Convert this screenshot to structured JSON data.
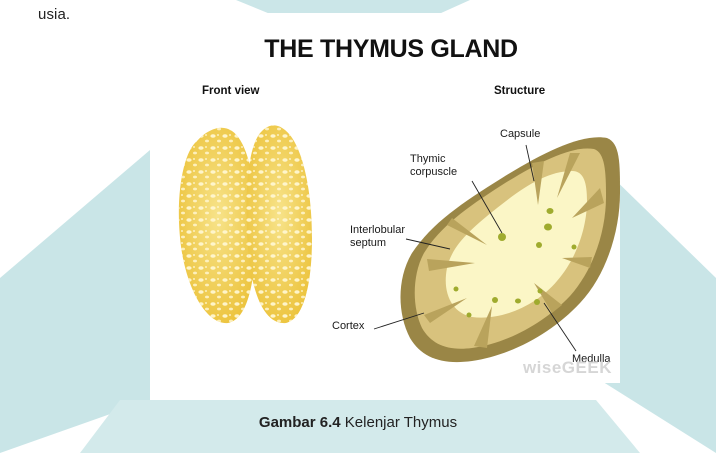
{
  "body_text": "usia.",
  "figure": {
    "title": "THE THYMUS GLAND",
    "left_panel_label": "Front view",
    "right_panel_label": "Structure",
    "labels": {
      "capsule": "Capsule",
      "thymic_corpuscle_line1": "Thymic",
      "thymic_corpuscle_line2": "corpuscle",
      "interlobular_septum_line1": "Interlobular",
      "interlobular_septum_line2": "septum",
      "cortex": "Cortex",
      "medulla": "Medulla"
    },
    "watermark": "wiseGEEK"
  },
  "caption": {
    "number": "Gambar 6.4",
    "text": "Kelenjar Thymus"
  },
  "colors": {
    "background_shape": "#c7e4e6",
    "capsule": "#9b8747",
    "cortex": "#d8c37e",
    "medulla": "#fbf7c8",
    "lobe": "#f2cf4f"
  }
}
